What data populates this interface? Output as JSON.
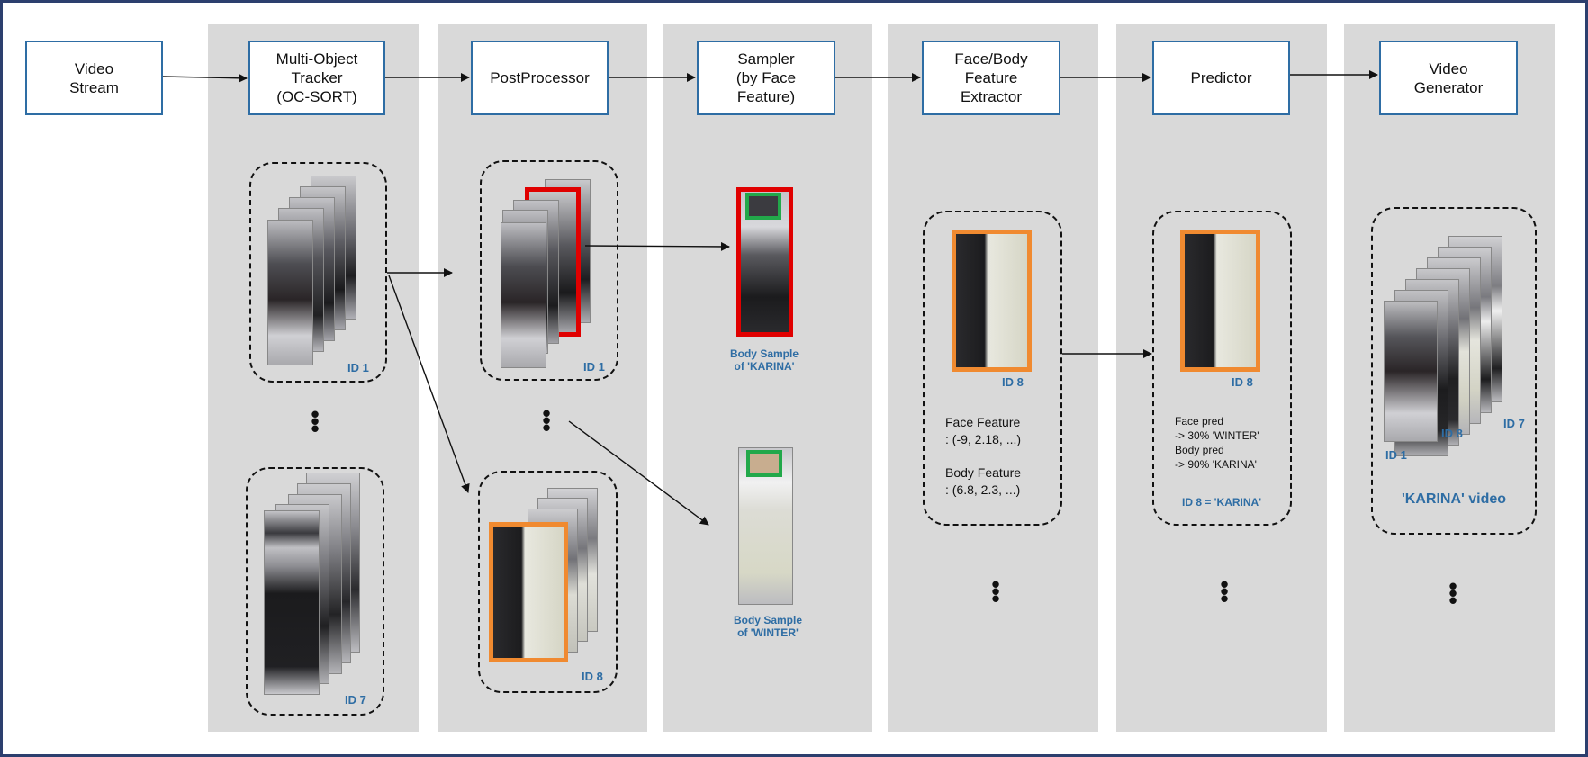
{
  "boxes": {
    "video_stream": "Video\nStream",
    "tracker": "Multi-Object\nTracker\n(OC-SORT)",
    "postprocessor": "PostProcessor",
    "sampler": "Sampler\n(by Face\nFeature)",
    "extractor": "Face/Body\nFeature\nExtractor",
    "predictor": "Predictor",
    "generator": "Video\nGenerator"
  },
  "labels": {
    "id1": "ID 1",
    "id7": "ID 7",
    "id8": "ID 8",
    "body_karina": "Body Sample\nof 'KARINA'",
    "body_winter": "Body Sample\nof 'WINTER'",
    "karina_video": "'KARINA' video",
    "id8_result": "ID 8 = 'KARINA'"
  },
  "features": {
    "face": "Face Feature\n: (-9, 2.18, ...)",
    "body": "Body Feature\n: (6.8, 2.3, ...)"
  },
  "predictions": {
    "text": "Face pred\n-> 30% 'WINTER'\nBody pred\n-> 90% 'KARINA'"
  },
  "dots": "•\n•\n•",
  "colors": {
    "panel": "#d9d9d9",
    "box_border": "#2e6da4",
    "label_blue": "#2e6da4",
    "red_bbox": "#e00000",
    "orange_bbox": "#f08a30",
    "green_face": "#22a84a"
  }
}
